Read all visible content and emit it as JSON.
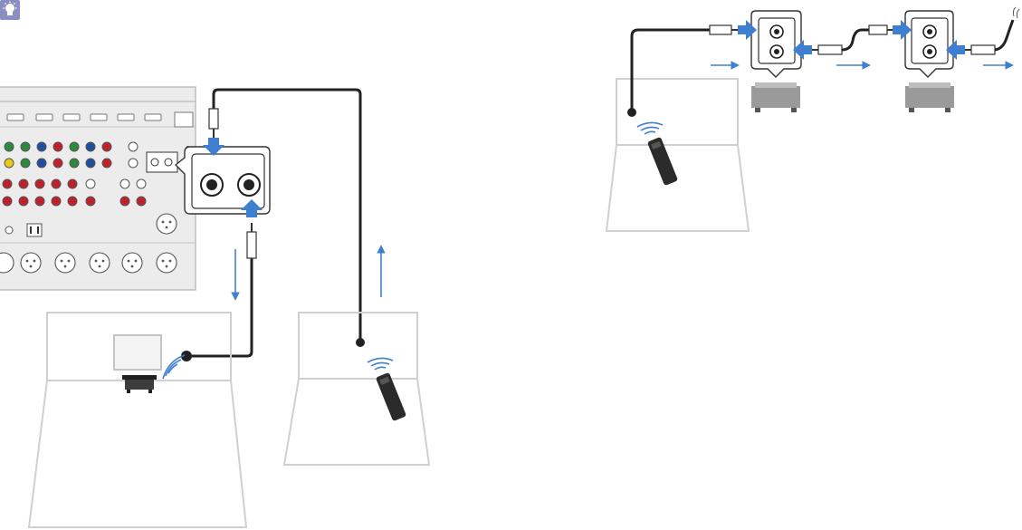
{
  "figure": {
    "left_panel": {
      "receiver_panel": "rear-panel",
      "zoom_jack_pair": "remote-in-out-jacks",
      "cable_in": "remote-in-cable",
      "cable_out": "remote-out-cable",
      "room_device": "ir-receiver-device",
      "remote": "remote-control"
    },
    "right_panel": {
      "remote": "remote-control",
      "device_1": "external-device",
      "device_2": "external-device"
    }
  },
  "colors": {
    "line": "#222222",
    "light_gray": "#d0d0d0",
    "mid_gray": "#9a9a9a",
    "dark_gray": "#3c3c3c",
    "accent_blue": "#3f7fd0",
    "tip_icon_bg": "#8a8fc2",
    "jack_red": "#c0202a",
    "jack_green": "#2c8a3c",
    "jack_blue": "#1e4fa0",
    "jack_yellow": "#e8c91a"
  },
  "icons": {
    "tip": "lightbulb-icon",
    "signal": "ir-signal-icon",
    "arrow": "arrow-icon"
  }
}
